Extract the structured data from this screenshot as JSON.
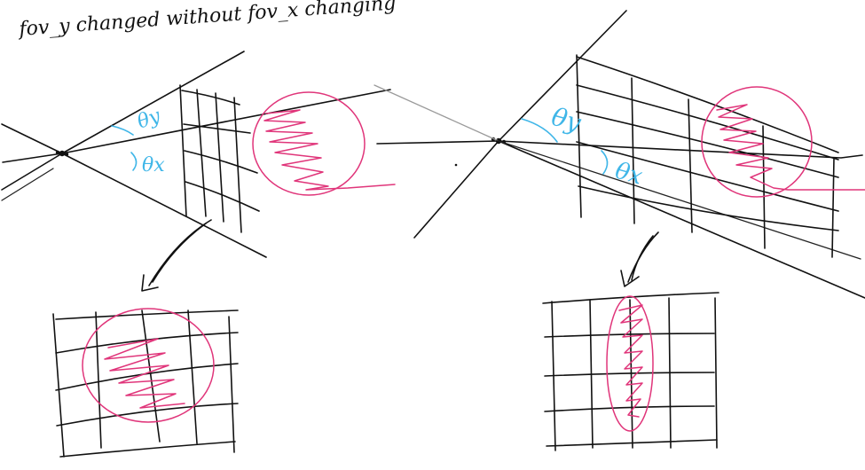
{
  "caption": "fov_y changed without fov_x changing",
  "labels": {
    "theta_y": "θy",
    "theta_x": "θx",
    "theta_y_right": "θy",
    "theta_x_right": "θx"
  },
  "colors": {
    "ink": "#111111",
    "accent_pink": "#e0357a",
    "accent_blue": "#3fb6e8"
  }
}
